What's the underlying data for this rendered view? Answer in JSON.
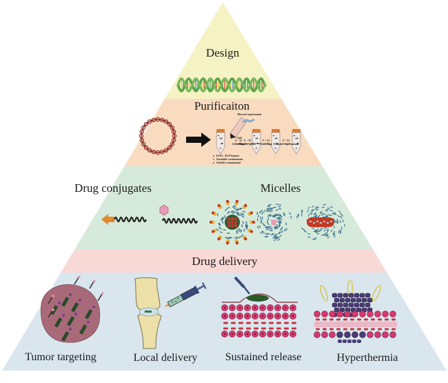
{
  "diagram": {
    "type": "pyramid",
    "tiers": [
      {
        "id": "design",
        "title": "Design",
        "color": "#f5f2c4",
        "illustration": "dna-double-helix"
      },
      {
        "id": "purification",
        "title": "Purificaiton",
        "color": "#f9dcc0",
        "illustration": "plasmid-to-ITC-purification",
        "steps": {
          "discard": "Discard supernatant",
          "step1_top": "+ Salt",
          "step1_mid": "T > Tt",
          "step1_bottom": "Centrifuge",
          "step2_top": "T < Tt",
          "step2_bottom": "Dissolve pellet",
          "step3_top": "T > Tt",
          "step3_bottom": "Centrifuge",
          "step4_top": "T < Tt",
          "step4_bottom": "Transfer supernatant"
        },
        "legend": [
          "ELPs / ELP fusions",
          "Insoluble contaminant",
          "Soluble contaminant"
        ]
      },
      {
        "id": "formulation",
        "color": "#d6eadb",
        "sections": [
          {
            "title": "Drug conjugates",
            "illustration": "elp-drug-conjugates"
          },
          {
            "title": "Micelles",
            "illustration": "micelle-structures"
          }
        ]
      },
      {
        "id": "drug-delivery",
        "title": "Drug delivery",
        "color": "#f9d9d6"
      },
      {
        "id": "applications",
        "color": "#d9e6ee",
        "items": [
          {
            "label": "Tumor targeting",
            "illustration": "tumor-targeting"
          },
          {
            "label": "Local delivery",
            "illustration": "knee-joint-injection"
          },
          {
            "label": "Sustained release",
            "illustration": "subcutaneous-depot"
          },
          {
            "label": "Hyperthermia",
            "illustration": "heated-tumor"
          }
        ]
      }
    ],
    "colors": {
      "dna_green": "#5aa54a",
      "plasmid_red": "#8a2a22",
      "arrow_black": "#111111",
      "tube_cap": "#e07a2a",
      "drug_orange": "#e08a2a",
      "drug_pink": "#e99ab4",
      "micelle_blue": "#3a6f8a",
      "micelle_core_red": "#c23a26",
      "cell_pink": "#d8386e",
      "tumor_purple": "#4a3c74",
      "bone_yellow": "#ece0a8",
      "syringe_blue": "#3a4a7a"
    }
  }
}
